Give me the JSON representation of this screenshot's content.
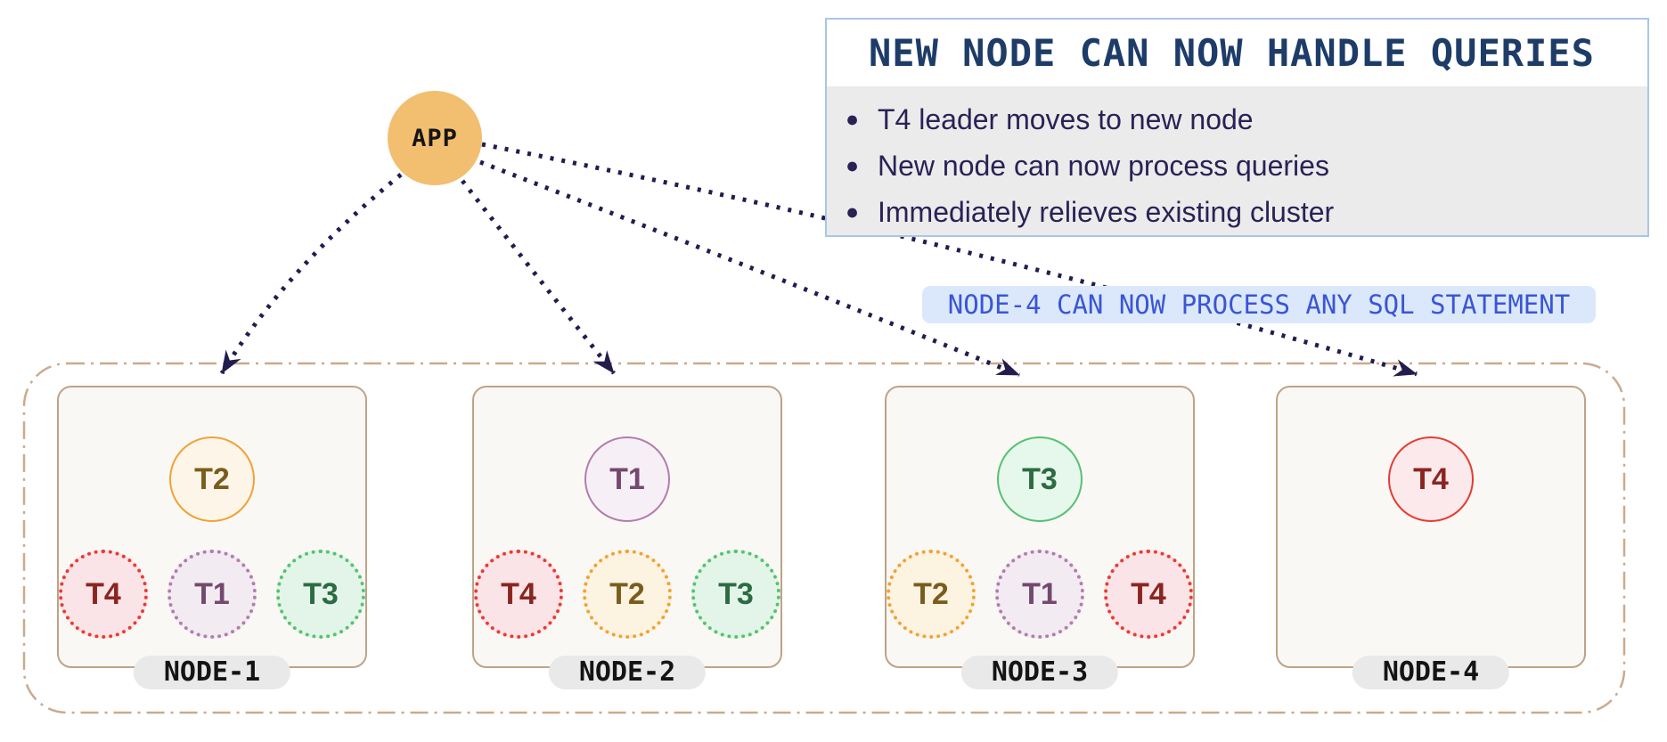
{
  "app": {
    "label": "APP"
  },
  "callout": {
    "title": "NEW NODE CAN NOW HANDLE QUERIES",
    "bullets": [
      "T4 leader moves to new node",
      "New node can now process queries",
      "Immediately relieves existing cluster"
    ]
  },
  "note": {
    "text": "NODE-4 CAN NOW PROCESS ANY SQL STATEMENT"
  },
  "nodes": [
    {
      "label": "NODE-1",
      "leader": {
        "id": "T2",
        "color": "orange"
      },
      "replicas": [
        {
          "id": "T4",
          "color": "red"
        },
        {
          "id": "T1",
          "color": "purple"
        },
        {
          "id": "T3",
          "color": "green"
        }
      ]
    },
    {
      "label": "NODE-2",
      "leader": {
        "id": "T1",
        "color": "purple"
      },
      "replicas": [
        {
          "id": "T4",
          "color": "red"
        },
        {
          "id": "T2",
          "color": "orange"
        },
        {
          "id": "T3",
          "color": "green"
        }
      ]
    },
    {
      "label": "NODE-3",
      "leader": {
        "id": "T3",
        "color": "green"
      },
      "replicas": [
        {
          "id": "T2",
          "color": "orange"
        },
        {
          "id": "T1",
          "color": "purple"
        },
        {
          "id": "T4",
          "color": "red"
        }
      ]
    },
    {
      "label": "NODE-4",
      "leader": {
        "id": "T4",
        "color": "red"
      },
      "replicas": []
    }
  ],
  "colors": {
    "app_fill": "#f2bf70",
    "arrow": "#221d4d",
    "callout_border": "#aac6e6",
    "callout_title": "#1d3c68",
    "callout_body_bg": "#ebebeb",
    "bullet_text": "#2b2155",
    "note_bg": "#dbe8fc",
    "note_text": "#3a56d4",
    "cluster_dash": "#cbaa8e",
    "card_bg": "#faf8f4",
    "card_border": "#bfa288",
    "node_pill_bg": "#e9e9e9",
    "orange_stroke": "#f0a236",
    "orange_fill": "#fdf6e8",
    "orange_fill_dot": "#fcf3e1",
    "orange_text": "#7a5c1d",
    "purple_stroke": "#b37cae",
    "purple_fill": "#f6eff5",
    "purple_fill_dot": "#f2ecf2",
    "purple_text": "#74486f",
    "green_stroke": "#57c172",
    "green_fill": "#e6f7eb",
    "green_fill_dot": "#e3f5e8",
    "green_text": "#2d6b42",
    "red_stroke": "#e63c32",
    "red_fill": "#fce9eb",
    "red_fill_dot": "#fbe4e7",
    "red_text": "#8a2520"
  }
}
